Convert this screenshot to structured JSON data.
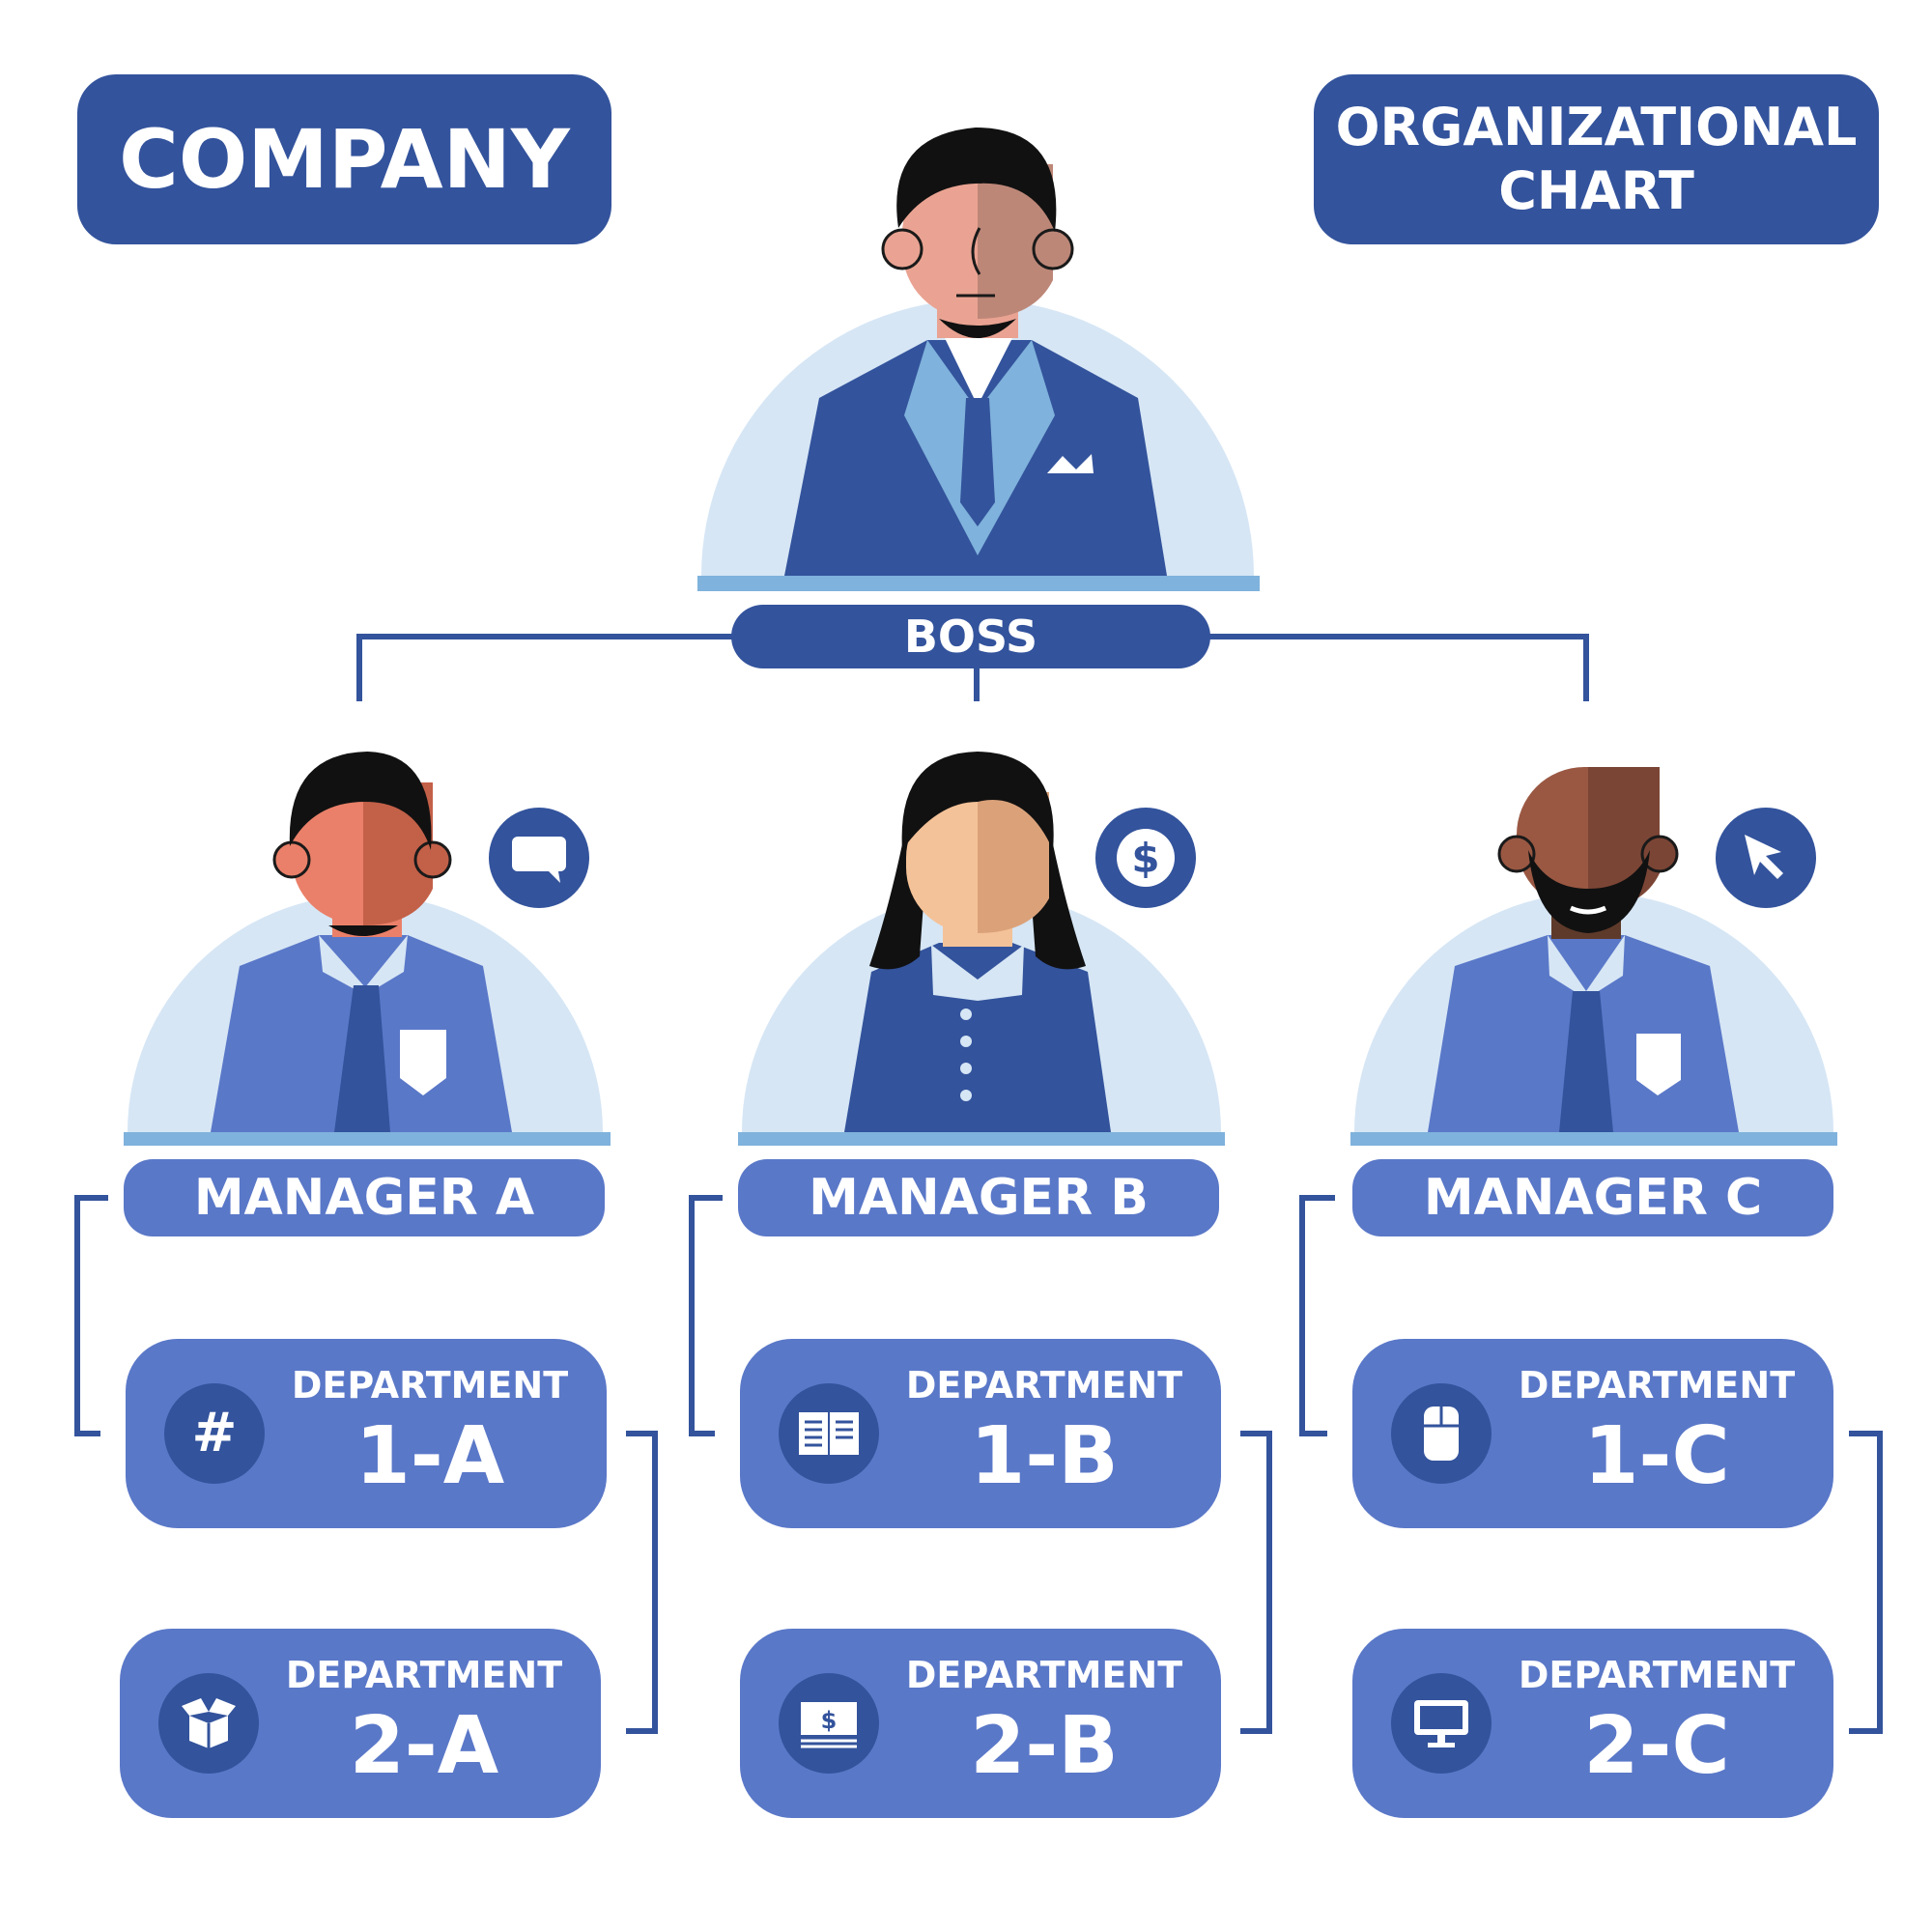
{
  "header": {
    "company_label": "COMPANY",
    "chart_title_line1": "ORGANIZATIONAL",
    "chart_title_line2": "CHART"
  },
  "boss": {
    "label": "BOSS"
  },
  "managers": [
    {
      "label": "MANAGER A",
      "icon": "chat-bubble-icon"
    },
    {
      "label": "MANAGER B",
      "icon": "dollar-coin-icon"
    },
    {
      "label": "MANAGER C",
      "icon": "cursor-arrow-icon"
    }
  ],
  "departments": [
    {
      "label": "DEPARTMENT",
      "code": "1-A",
      "icon": "hashtag-icon"
    },
    {
      "label": "DEPARTMENT",
      "code": "2-A",
      "icon": "open-box-icon"
    },
    {
      "label": "DEPARTMENT",
      "code": "1-B",
      "icon": "open-book-icon"
    },
    {
      "label": "DEPARTMENT",
      "code": "2-B",
      "icon": "banknote-icon"
    },
    {
      "label": "DEPARTMENT",
      "code": "1-C",
      "icon": "computer-mouse-icon"
    },
    {
      "label": "DEPARTMENT",
      "code": "2-C",
      "icon": "monitor-icon"
    }
  ],
  "colors": {
    "dark_blue": "#33539c",
    "mid_blue": "#5a78c8",
    "light_blue": "#d6e6f5",
    "accent_blue": "#7fb2dc"
  }
}
